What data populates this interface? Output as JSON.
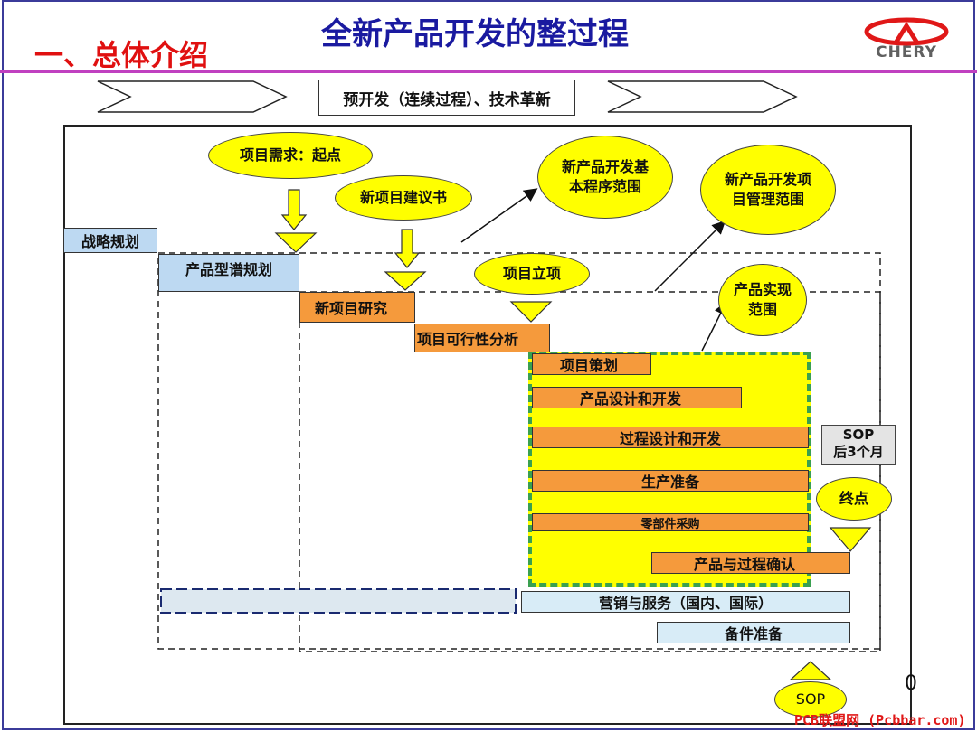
{
  "header": {
    "title": "全新产品开发的整过程",
    "section": "一、总体介绍",
    "logo_text": "CHERY"
  },
  "pre_development": "预开发（连续过程）、技术革新",
  "bars": {
    "strategy": "战略规划",
    "product_spectrum": "产品型谱规划",
    "new_project_research": "新项目研究",
    "feasibility": "项目可行性分析",
    "project_planning": "项目策划",
    "product_design": "产品设计和开发",
    "process_design": "过程设计和开发",
    "production_prep": "生产准备",
    "parts_purchase": "零部件采购",
    "confirmation": "产品与过程确认",
    "marketing": "营销与服务（国内、国际）",
    "spare_parts": "备件准备"
  },
  "ellipses": {
    "start": "项目需求：起点",
    "proposal": "新项目建议书",
    "approval": "项目立项",
    "basic_procedure": "新产品开发基本程序范围",
    "project_management": "新产品开发项目管理范围",
    "realization": "产品实现范围",
    "end": "终点",
    "sop": "SOP"
  },
  "sop_box": {
    "line1": "SOP",
    "line2": "后3个月"
  },
  "page_number": "0",
  "watermark": "PCB联盟网 (Pcbbar.com)",
  "colors": {
    "title_blue": "#1a1aa0",
    "section_red": "#e01010",
    "orange_bar": "#f59a3c",
    "blue_bar": "#bdd9f2",
    "yellow": "#ffff00",
    "green_dash": "#3aa050"
  }
}
